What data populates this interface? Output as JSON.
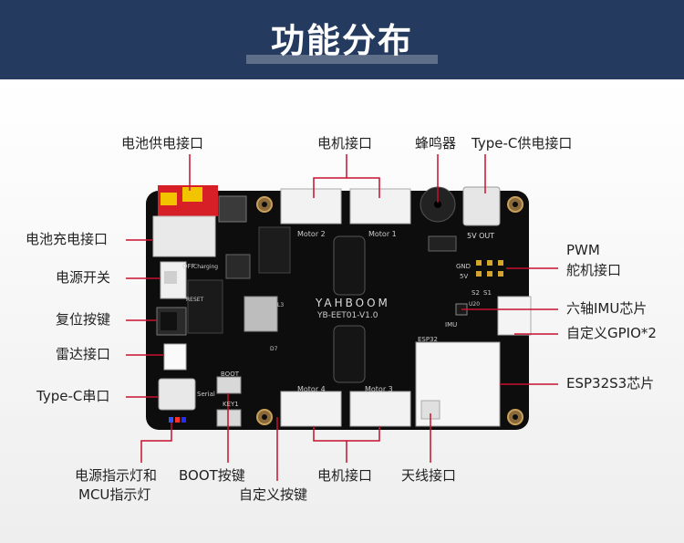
{
  "header": {
    "title": "功能分布"
  },
  "board": {
    "brand": "YAHBOOM",
    "model": "YB-EET01-V1.0",
    "silk": {
      "motor1": "Motor 1",
      "motor2": "Motor 2",
      "motor3": "Motor 3",
      "motor4": "Motor 4",
      "fiveV_out": "5V OUT",
      "gnd": "GND",
      "fiveV": "5V",
      "s1": "S1",
      "s2": "S2",
      "imu": "IMU",
      "esp32": "ESP32",
      "boot": "BOOT",
      "key1": "KEY1",
      "serial": "Serial",
      "off": "OFF",
      "charging": "Charging",
      "reset": "RESET",
      "u20": "U20",
      "l3": "L3",
      "d7": "D7"
    }
  },
  "labels": {
    "battery_supply": "电池供电接口",
    "motor_top": "电机接口",
    "buzzer": "蜂鸣器",
    "typec_supply": "Type-C供电接口",
    "battery_charge": "电池充电接口",
    "power_switch": "电源开关",
    "pwm_line1": "PWM",
    "pwm_line2": "舵机接口",
    "reset_button": "复位按键",
    "imu_chip": "六轴IMU芯片",
    "radar": "雷达接口",
    "custom_gpio": "自定义GPIO*2",
    "typec_serial": "Type-C串口",
    "esp32_chip": "ESP32S3芯片",
    "indicator_line1": "电源指示灯和",
    "indicator_line2": "MCU指示灯",
    "boot_button": "BOOT按键",
    "custom_button": "自定义按键",
    "motor_bottom": "电机接口",
    "antenna": "天线接口"
  },
  "colors": {
    "header_bg": "#243a5e",
    "board": "#0d0d0d",
    "leader": "#c8102e",
    "battery_connector": "#d61f26"
  }
}
